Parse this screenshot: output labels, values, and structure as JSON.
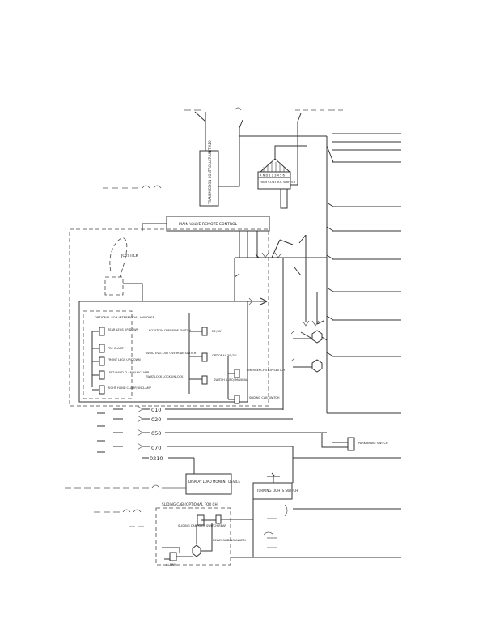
{
  "components": {
    "transmission_controller": "TRANSMISSION CONTROLLER UNIT A10",
    "high_control_shifter": "HIGH CONTROL SHIFTER",
    "shifter_positions": "R N D 1 2 3 4 5 6",
    "main_valve": "MAIN VALVE REMOTE CONTROL",
    "joystick": "JOYSTICK",
    "display_lmd": "DISPLAY LOAD MOMENT DEVICE",
    "turning_lights": "TURNING LIGHTS SWITCH",
    "park_brake": "PARK BRAKE SWITCH",
    "emergency_stop": "EMERGENCY STOP SWITCH",
    "switch_auto_manual": "SWITCH AUTO/ MANUAL",
    "sliding_cab_switch": "SLIDING CAB SWITCH",
    "relay_alarm": "RELAY SLIDING ALARM",
    "alarm": "ALARM",
    "sliding_cab_stop_rear": "SLIDING CAB STOP SWITCH REAR"
  },
  "panels": {
    "intermodal_title": "OPTIONAL FOR INTERMODAL HANDLER",
    "intermodal_items": [
      "REAR LEGS UP/DOWN",
      "PRE CLAMP",
      "FRONT LEGS UP/DOWN",
      "LEFT HAND CLAMP/UNCLAMP",
      "RIGHT HAND CLAMP/UNCLAMP"
    ],
    "mid_items": [
      "ROTATION OVERRIDE SWITCH",
      "20'/40'",
      "AVOID EVO-OUT OVERRIDE SWITCH",
      "OPTIONAL 30'/35'",
      "TWISTLOCK LOCK/UNLOCK"
    ],
    "sliding_cab_title": "SLIDING CAB (OPTIONAL FOR CH)"
  },
  "wires": [
    "010",
    "020",
    "050",
    "070",
    "0210"
  ]
}
